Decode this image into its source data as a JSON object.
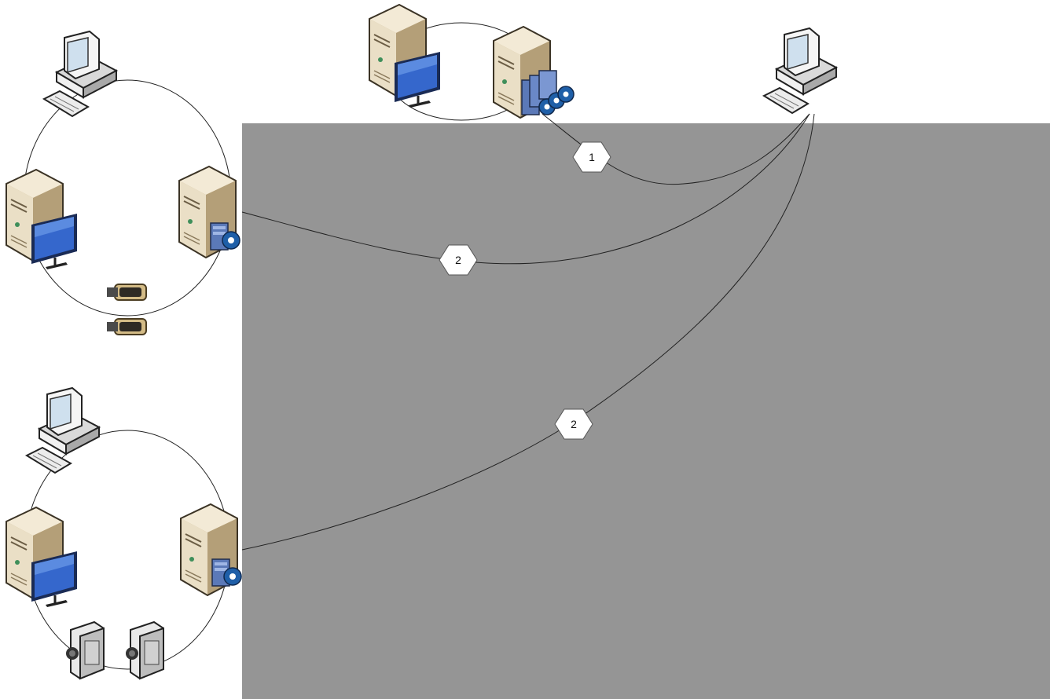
{
  "diagram": {
    "title": "",
    "colors": {
      "background": "#ffffff",
      "panel": "#959595",
      "line": "#222222",
      "server_beige": "#e9dcc0",
      "server_dark": "#b9a57c",
      "monitor_blue": "#2f62c7",
      "badge_fill": "#ffffff"
    },
    "connections": [
      {
        "label": "1"
      },
      {
        "label": "2"
      },
      {
        "label": "2"
      }
    ],
    "nodes": [
      {
        "name": "site-a-workstation-icon"
      },
      {
        "name": "site-a-client-server-icon"
      },
      {
        "name": "site-a-recording-server-icon"
      },
      {
        "name": "site-a-camera-1-icon"
      },
      {
        "name": "site-a-camera-2-icon"
      },
      {
        "name": "central-client-server-icon"
      },
      {
        "name": "central-management-server-icon"
      },
      {
        "name": "remote-workstation-icon"
      },
      {
        "name": "site-b-workstation-icon"
      },
      {
        "name": "site-b-client-server-icon"
      },
      {
        "name": "site-b-recording-server-icon"
      },
      {
        "name": "site-b-camcorder-1-icon"
      },
      {
        "name": "site-b-camcorder-2-icon"
      }
    ]
  }
}
